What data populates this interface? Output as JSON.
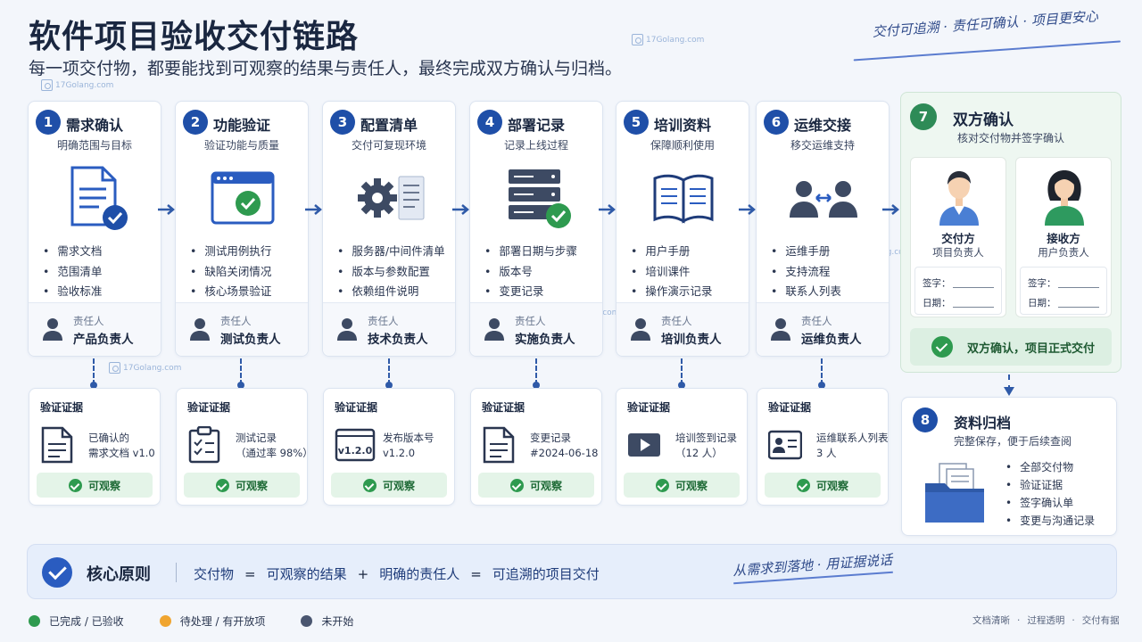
{
  "header": {
    "title": "软件项目验收交付链路",
    "subtitle": "每一项交付物，都要能找到可观察的结果与责任人，最终完成双方确认与归档。",
    "slogan": "交付可追溯 · 责任可确认 · 项目更安心"
  },
  "watermark": "17Golang.com",
  "owner_label": "责任人",
  "evidence_title": "验证证据",
  "observable_label": "可观察",
  "steps": [
    {
      "num": "1",
      "name": "需求确认",
      "desc": "明确范围与目标",
      "icon": "document-check-icon",
      "items": [
        "需求文档",
        "范围清单",
        "验收标准"
      ],
      "owner": "产品负责人",
      "evidence": [
        "已确认的",
        "需求文档 v1.0"
      ],
      "evidence_icon": "document-icon"
    },
    {
      "num": "2",
      "name": "功能验证",
      "desc": "验证功能与质量",
      "icon": "browser-check-icon",
      "items": [
        "测试用例执行",
        "缺陷关闭情况",
        "核心场景验证"
      ],
      "owner": "测试负责人",
      "evidence": [
        "测试记录",
        "（通过率 98%）"
      ],
      "evidence_icon": "clipboard-icon"
    },
    {
      "num": "3",
      "name": "配置清单",
      "desc": "交付可复现环境",
      "icon": "gear-list-icon",
      "items": [
        "服务器/中间件清单",
        "版本与参数配置",
        "依赖组件说明"
      ],
      "owner": "技术负责人",
      "evidence": [
        "发布版本号",
        "v1.2.0"
      ],
      "evidence_icon": "version-window-icon"
    },
    {
      "num": "4",
      "name": "部署记录",
      "desc": "记录上线过程",
      "icon": "server-check-icon",
      "items": [
        "部署日期与步骤",
        "版本号",
        "变更记录"
      ],
      "owner": "实施负责人",
      "evidence": [
        "变更记录",
        "#2024-06-18"
      ],
      "evidence_icon": "document-icon"
    },
    {
      "num": "5",
      "name": "培训资料",
      "desc": "保障顺利使用",
      "icon": "book-icon",
      "items": [
        "用户手册",
        "培训课件",
        "操作演示记录"
      ],
      "owner": "培训负责人",
      "evidence": [
        "培训签到记录",
        "（12 人）"
      ],
      "evidence_icon": "video-play-icon"
    },
    {
      "num": "6",
      "name": "运维交接",
      "desc": "移交运维支持",
      "icon": "handover-icon",
      "items": [
        "运维手册",
        "支持流程",
        "联系人列表"
      ],
      "owner": "运维负责人",
      "evidence": [
        "运维联系人列表",
        "3 人"
      ],
      "evidence_icon": "contact-card-icon"
    }
  ],
  "dual": {
    "num": "7",
    "name": "双方确认",
    "desc": "核对交付物并签字确认",
    "parties": [
      {
        "name": "交付方",
        "role": "项目负责人"
      },
      {
        "name": "接收方",
        "role": "用户负责人"
      }
    ],
    "sign_label": "签字：",
    "date_label": "日期：",
    "confirm": "双方确认，项目正式交付"
  },
  "archive": {
    "num": "8",
    "name": "资料归档",
    "desc": "完整保存，便于后续查阅",
    "items": [
      "全部交付物",
      "验证证据",
      "签字确认单",
      "变更与沟通记录"
    ]
  },
  "principle": {
    "title": "核心原则",
    "a": "交付物",
    "eq": "=",
    "b": "可观察的结果",
    "plus": "+",
    "c": "明确的责任人",
    "eq2": "=",
    "d": "可追溯的项目交付",
    "slogan": "从需求到落地 · 用证据说话"
  },
  "legend": [
    {
      "label": "已完成 / 已验收",
      "color": "#2e9a4f"
    },
    {
      "label": "待处理 / 有开放项",
      "color": "#f0a530"
    },
    {
      "label": "未开始",
      "color": "#4a5670"
    }
  ],
  "footer": [
    "文档清晰",
    "过程透明",
    "交付有据"
  ],
  "colors": {
    "primary": "#1f4fa8",
    "success": "#2e9a4f",
    "accent_green": "#2e8b57"
  }
}
